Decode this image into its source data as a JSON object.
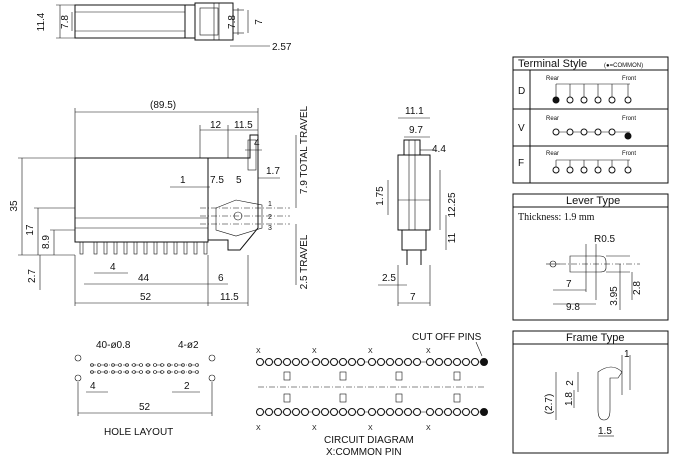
{
  "top_view": {
    "d_11_4": "11.4",
    "d_7_8_a": "7.8",
    "d_7_8_b": "7.8",
    "d_7": "7",
    "d_2_57": "2.57"
  },
  "side_view": {
    "d_89_5": "(89.5)",
    "d_12": "12",
    "d_11_5": "11.5",
    "d_4": "4",
    "d_1": "1",
    "d_7_5": "7.5",
    "d_5": "5",
    "d_1_7": "1.7",
    "d_35": "35",
    "d_17": "17",
    "d_8_9": "8.9",
    "d_2_7": "2.7",
    "d_4b": "4",
    "d_44": "44",
    "d_6": "6",
    "d_52": "52",
    "d_11_5b": "11.5",
    "total_travel": "7.9 TOTAL TRAVEL",
    "travel": "2.5 TRAVEL",
    "pos_1": "1",
    "pos_2": "2",
    "pos_3": "3"
  },
  "end_view": {
    "d_11_1": "11.1",
    "d_9_7": "9.7",
    "d_4_4": "4.4",
    "d_1_75": "1.75",
    "d_12_25": "12.25",
    "d_11": "11",
    "d_2_5": "2.5",
    "d_7": "7"
  },
  "hole_layout": {
    "holes_a": "40-ø0.8",
    "holes_b": "4-ø2",
    "d_4": "4",
    "d_2": "2",
    "d_52": "52",
    "title": "HOLE LAYOUT"
  },
  "circuit": {
    "cut_off": "CUT OFF PINS",
    "x": "X",
    "title": "CIRCUIT DIAGRAM",
    "subtitle": "X:COMMON PIN"
  },
  "terminal_style": {
    "title": "Terminal Style",
    "legend_symbol": "(●=COMMON)",
    "rear": "Rear",
    "front": "Front",
    "rows": [
      "D",
      "V",
      "F"
    ]
  },
  "lever_type": {
    "title": "Lever Type",
    "thickness": "Thickness: 1.9 mm",
    "r": "R0.5",
    "d_7": "7",
    "d_9_8": "9.8",
    "d_3_95": "3.95",
    "d_2_8": "2.8"
  },
  "frame_type": {
    "title": "Frame Type",
    "d_1": "1",
    "d_2": "2",
    "d_1_8": "1.8",
    "d_2_7": "(2.7)",
    "d_1_5": "1.5"
  }
}
